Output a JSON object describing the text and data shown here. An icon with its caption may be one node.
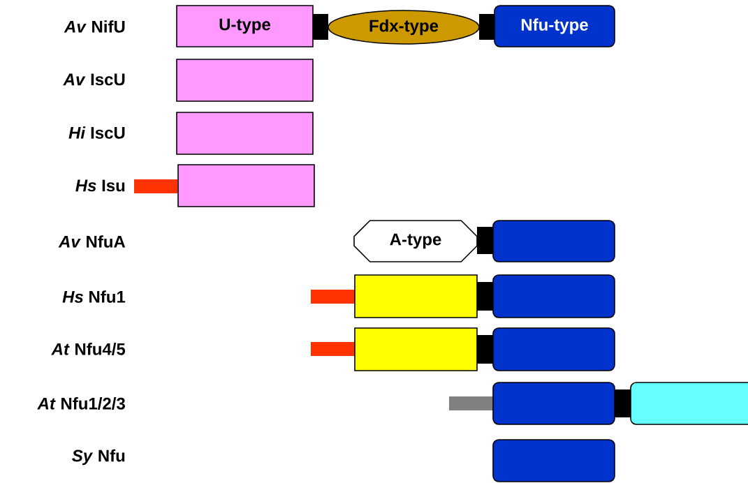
{
  "diagram": {
    "nodes": [
      {
        "text": [
          "U-type"
        ]
      },
      {
        "text": [],
        "shape": "bar"
      },
      {
        "text": [
          "Fdx-type"
        ]
      },
      {
        "text": [],
        "shape": "bar"
      },
      {
        "text": [
          "Nfu-type"
        ]
      },
      {
        "text": [],
        "shape": "box"
      },
      {
        "text": [],
        "shape": "box"
      },
      {
        "text": [],
        "shape": "bar"
      },
      {
        "text": [],
        "shape": "box"
      },
      {
        "text": [
          "A-type"
        ]
      },
      {
        "text": [],
        "shape": "bar"
      },
      {
        "text": [],
        "shape": "box"
      },
      {
        "text": [],
        "shape": "bar"
      },
      {
        "text": [],
        "shape": "octagon"
      },
      {
        "text": [],
        "shape": "bar"
      },
      {
        "text": [],
        "shape": "box"
      },
      {
        "text": [],
        "shape": "bar"
      },
      {
        "text": [],
        "shape": "octagon"
      },
      {
        "text": [],
        "shape": "bar"
      },
      {
        "text": [],
        "shape": "box"
      },
      {
        "text": [],
        "shape": "bar"
      },
      {
        "text": [],
        "shape": "box"
      },
      {
        "text": [],
        "shape": "bar"
      },
      {
        "text": [],
        "shape": "box"
      },
      {
        "text": [],
        "shape": "box"
      }
    ],
    "labels": [
      "*Av* NifU",
      "*Av* IscU",
      "*Hi* IscU",
      "*Hs* Isu",
      "*Av* NfuA",
      "*Hs* Nfu1",
      "*At* Nfu4/5",
      "*At* Nfu1/2/3",
      "*Sy* Nfu"
    ]
  }
}
